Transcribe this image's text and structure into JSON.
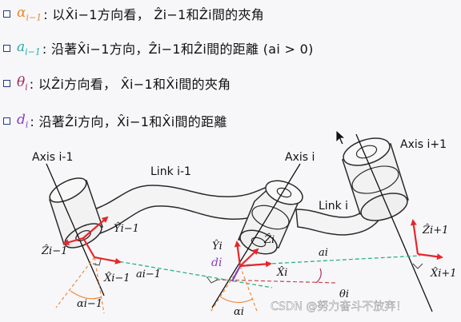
{
  "definitions": [
    {
      "symbol": "α",
      "sub": "i−1",
      "color": "#e8892e",
      "text": ": 以X̂i−1方向看， Ẑi−1和Ẑi間的夾角"
    },
    {
      "symbol": "a",
      "sub": "i−1",
      "color": "#2aa8a0",
      "text": ": 沿著X̂i−1方向，Ẑi−1和Ẑi間的距離 (ai > 0)"
    },
    {
      "symbol": "θ",
      "sub": "i",
      "color": "#a02e5e",
      "text": ": 以Ẑi方向看， X̂i−1和X̂i間的夾角"
    },
    {
      "symbol": "d",
      "sub": "i",
      "color": "#8c3fc0",
      "text": ": 沿著Ẑi方向，X̂i−1和X̂i間的距離"
    }
  ],
  "diagram": {
    "axis_labels": {
      "prev": "Axis i-1",
      "curr": "Axis i",
      "next": "Axis i+1"
    },
    "link_labels": {
      "prev": "Link i-1",
      "curr": "Link i"
    },
    "vectors": {
      "z_prev": "Ẑi−1",
      "y_prev": "Ŷi−1",
      "x_prev": "X̂i−1",
      "y_i": "Ŷi",
      "z_i": "Ẑi",
      "x_i": "X̂i",
      "z_next": "Ẑi+1",
      "x_next": "X̂i+1"
    },
    "params": {
      "a_prev": "ai−1",
      "alpha_prev": "αi−1",
      "a_i": "ai",
      "d_i": "di",
      "theta_i": "θi",
      "alpha_i": "αi"
    },
    "colors": {
      "vector": "#e8262a",
      "axis": "#111111",
      "link": "#2b2b2b",
      "a_line": "#2db37a",
      "x_dash": "#c44a4a",
      "alpha": "#f08a3a",
      "d": "#8c3fc0"
    }
  },
  "watermark": "CSDN @努力奋斗不放弃！"
}
